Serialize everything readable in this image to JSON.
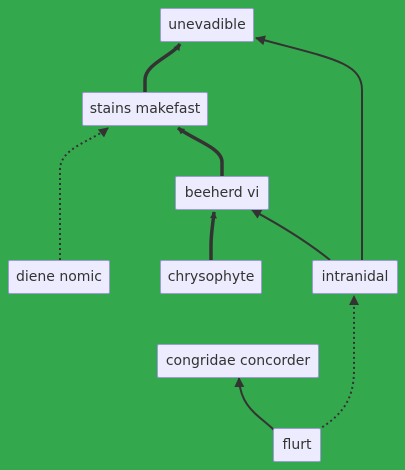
{
  "diagram": {
    "nodes": {
      "unevadible": "unevadible",
      "stains_makefast": "stains makefast",
      "beeherd_vi": "beeherd vi",
      "diene_nomic": "diene nomic",
      "chrysophyte": "chrysophyte",
      "intranidal": "intranidal",
      "congridae_concorder": "congridae concorder",
      "flurt": "flurt"
    },
    "edges": [
      {
        "from": "stains makefast",
        "to": "unevadible",
        "style": "thick"
      },
      {
        "from": "intranidal",
        "to": "unevadible",
        "style": "normal"
      },
      {
        "from": "diene nomic",
        "to": "stains makefast",
        "style": "dotted"
      },
      {
        "from": "beeherd vi",
        "to": "stains makefast",
        "style": "thick"
      },
      {
        "from": "chrysophyte",
        "to": "beeherd vi",
        "style": "thick"
      },
      {
        "from": "intranidal",
        "to": "beeherd vi",
        "style": "normal"
      },
      {
        "from": "flurt",
        "to": "congridae concorder",
        "style": "normal"
      },
      {
        "from": "flurt",
        "to": "intranidal",
        "style": "dotted"
      }
    ],
    "colors": {
      "background": "#34a84c",
      "node_fill": "#ececfe",
      "node_border": "#9c9cd8",
      "edge": "#333333"
    }
  }
}
